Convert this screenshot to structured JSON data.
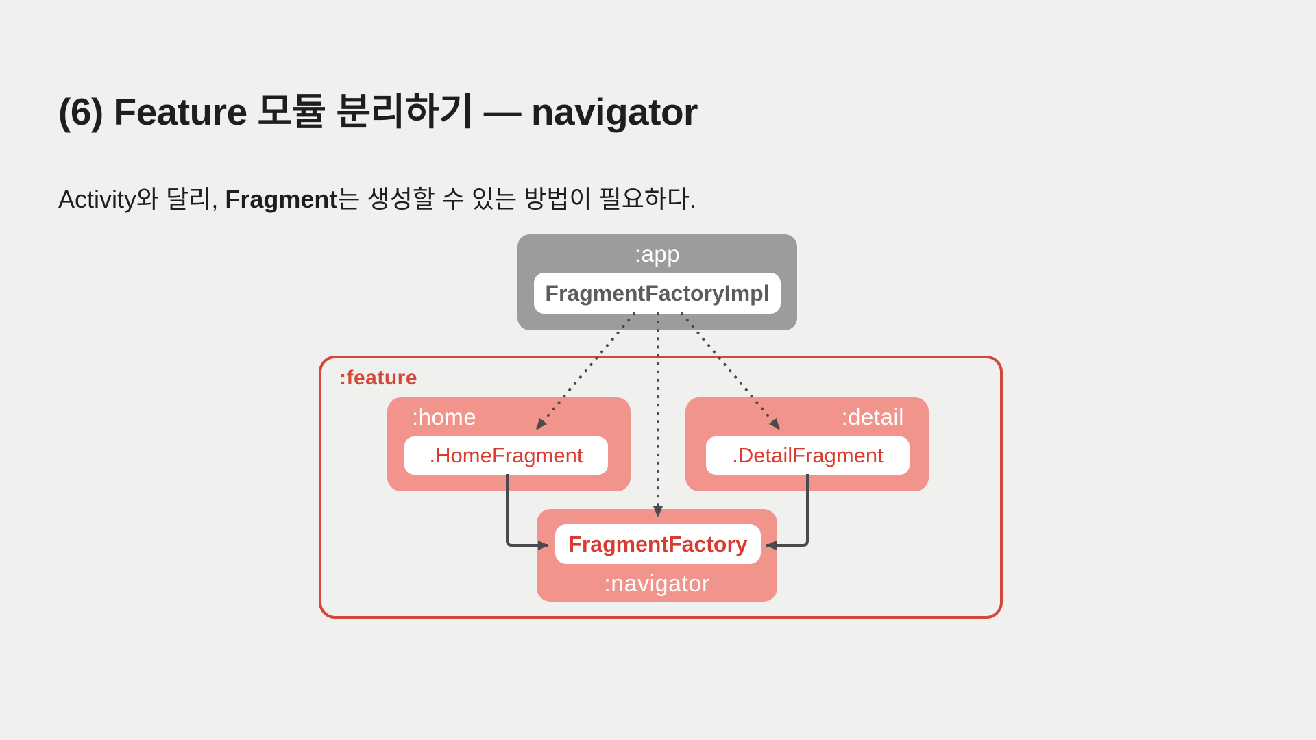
{
  "slide": {
    "title": "(6) Feature 모듈 분리하기 — navigator",
    "subtitle": {
      "prefix": "Activity와 달리, ",
      "emphasis": "Fragment",
      "suffix": "는 생성할 수 있는 방법이 필요하다."
    }
  },
  "diagram": {
    "app_module": {
      "label": ":app",
      "class_name": "FragmentFactoryImpl"
    },
    "feature_group": {
      "label": ":feature"
    },
    "home_module": {
      "label": ":home",
      "class_name": ".HomeFragment"
    },
    "detail_module": {
      "label": ":detail",
      "class_name": ".DetailFragment"
    },
    "navigator_module": {
      "label": ":navigator",
      "class_name": "FragmentFactory"
    },
    "edges": [
      {
        "from": "FragmentFactoryImpl",
        "to": ".HomeFragment",
        "style": "dotted-arrow"
      },
      {
        "from": "FragmentFactoryImpl",
        "to": "FragmentFactory",
        "style": "dotted-arrow"
      },
      {
        "from": "FragmentFactoryImpl",
        "to": ".DetailFragment",
        "style": "dotted-arrow"
      },
      {
        "from": ".HomeFragment",
        "to": "FragmentFactory",
        "style": "solid-arrow"
      },
      {
        "from": ".DetailFragment",
        "to": "FragmentFactory",
        "style": "solid-arrow"
      }
    ]
  },
  "colors": {
    "background": "#F0F0EE",
    "gray_module": "#9C9C9C",
    "gray_class_text": "#5C5C5E",
    "pink_module": "#F1948C",
    "red_text": "#D93B30",
    "red_border": "#D6473B",
    "arrow": "#4A4A4D",
    "title_text": "#1E1E1E",
    "chip_background": "#FFFFFF"
  }
}
